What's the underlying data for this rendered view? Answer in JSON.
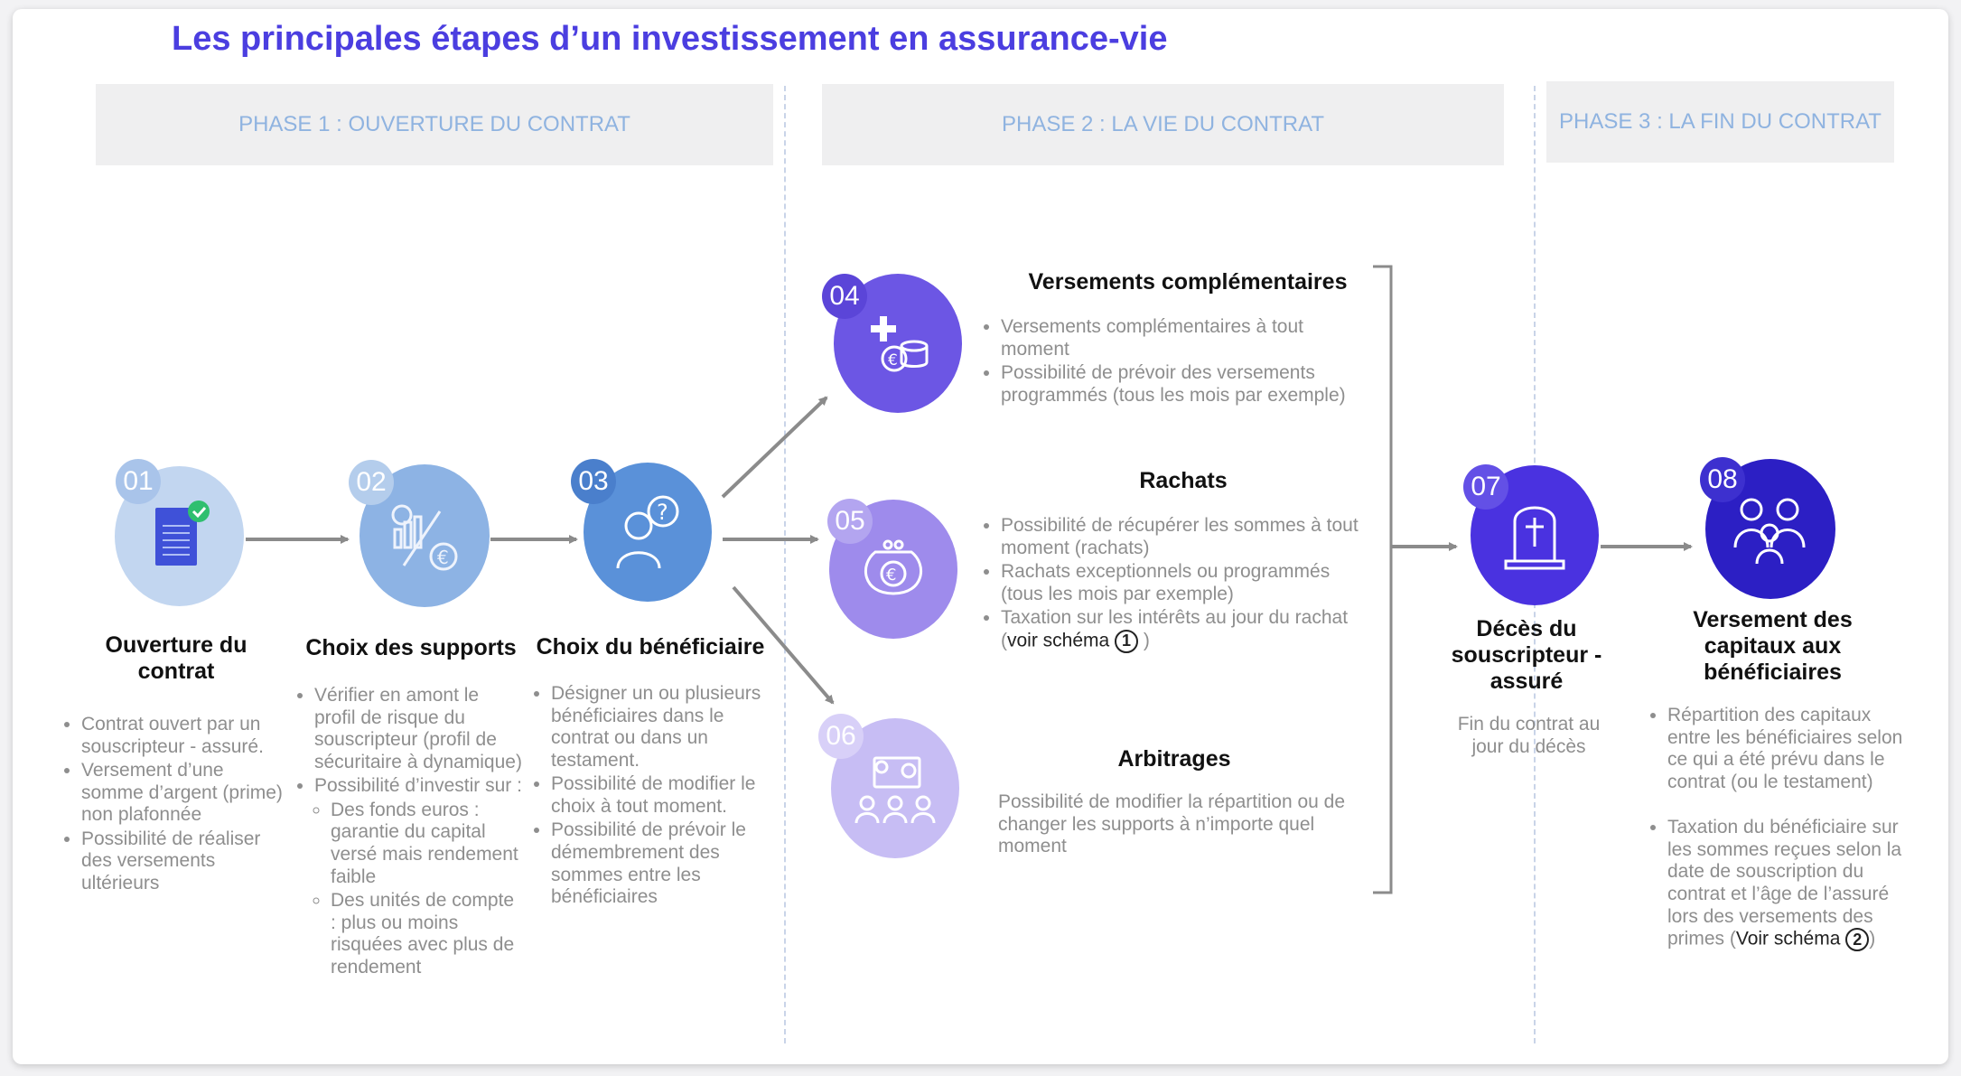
{
  "title": "Les principales étapes d’un investissement en assurance-vie",
  "phases": [
    {
      "label": "PHASE 1 : OUVERTURE DU CONTRAT"
    },
    {
      "label": "PHASE 2 : LA VIE DU CONTRAT"
    },
    {
      "label": "PHASE 3 : LA FIN DU CONTRAT"
    }
  ],
  "steps": {
    "s01": {
      "num": "01",
      "title": "Ouverture du contrat",
      "bullets": [
        "Contrat ouvert par un souscripteur - assuré.",
        "Versement d’une somme d’argent (prime) non plafonnée",
        "Possibilité de réaliser des versements ultérieurs"
      ]
    },
    "s02": {
      "num": "02",
      "title": "Choix des supports",
      "bullets": [
        "Vérifier en amont le profil de risque du souscripteur (profil de sécuritaire à dynamique)",
        "Possibilité d’investir sur :"
      ],
      "sub": [
        "Des fonds euros : garantie du capital versé mais rendement faible",
        "Des unités de compte : plus ou moins risquées avec plus de rendement"
      ]
    },
    "s03": {
      "num": "03",
      "title": "Choix du bénéficiaire",
      "bullets": [
        "Désigner un ou plusieurs bénéficiaires dans le contrat ou dans un testament.",
        "Possibilité de modifier le choix à tout moment.",
        "Possibilité de prévoir le démembrement des sommes entre les bénéficiaires"
      ]
    },
    "s04": {
      "num": "04",
      "title": "Versements complémentaires",
      "bullets": [
        "Versements complémentaires à tout moment",
        "Possibilité de prévoir des versements programmés (tous les mois par exemple)"
      ]
    },
    "s05": {
      "num": "05",
      "title": "Rachats",
      "bullets": [
        "Possibilité de récupérer les sommes à tout moment (rachats)",
        "Rachats exceptionnels ou programmés (tous les mois par exemple)"
      ],
      "last_prefix": "Taxation sur les intérêts au jour du rachat (",
      "last_link": "voir schéma",
      "last_ref": "1",
      "last_suffix": " )"
    },
    "s06": {
      "num": "06",
      "title": "Arbitrages",
      "text": "Possibilité de modifier la répartition ou de changer les supports à n’importe quel moment"
    },
    "s07": {
      "num": "07",
      "title": "Décès du souscripteur - assuré",
      "text": "Fin du contrat au jour du décès"
    },
    "s08": {
      "num": "08",
      "title": "Versement des capitaux aux bénéficiaires",
      "bullet1": "Répartition des capitaux entre les bénéficiaires selon ce qui a été prévu dans le contrat (ou le testament)",
      "bullet2_prefix": "Taxation du bénéficiaire sur les sommes reçues selon la date de souscription du contrat et l’âge de l’assuré lors des versements des primes (",
      "bullet2_link": "Voir schéma",
      "bullet2_ref": "2",
      "bullet2_suffix": ")"
    }
  },
  "colors": {
    "title": "#4b3ee0",
    "c01": "#c2d6f0",
    "c02": "#8db3e4",
    "c03": "#5a91d9",
    "c04": "#6c56e4",
    "c05": "#9e8bec",
    "c06": "#c7bdf4",
    "c07": "#4a32e0",
    "c08": "#2c1fc4",
    "arrow": "#8b8b8b",
    "phase_text": "#8fb3e0"
  }
}
